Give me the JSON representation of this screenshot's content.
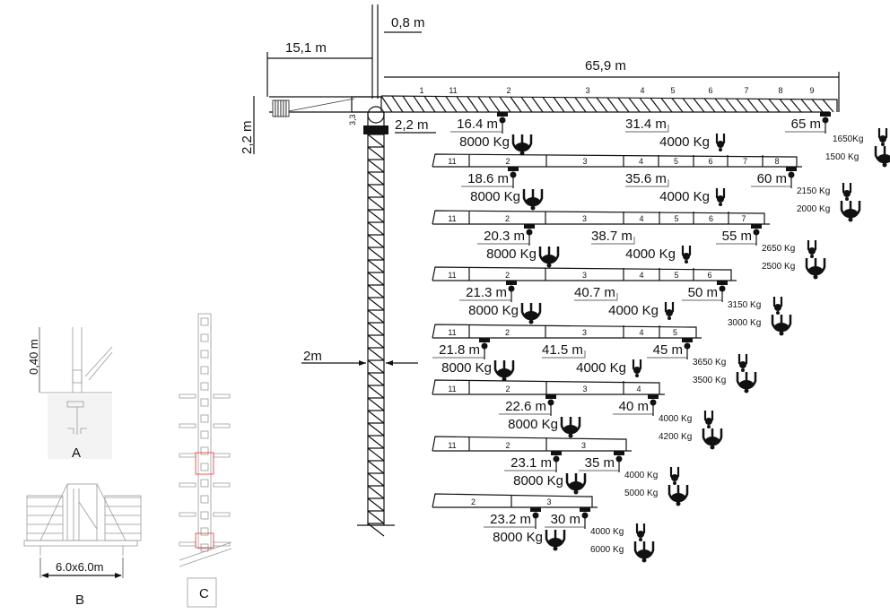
{
  "main_dimensions": {
    "counter_jib": "15,1 m",
    "mast_top_width": "0,8 m",
    "jib_length": "65,9 m",
    "height": "2,2 m",
    "cab_height": "3,3",
    "cab_offset": "2,2 m",
    "mast_width": "2m"
  },
  "jib_configs": [
    {
      "segments": [
        "1",
        "11",
        "2",
        "3",
        "4",
        "5",
        "6",
        "7",
        "8",
        "9"
      ],
      "trolley": {
        "dist": "16.4 m",
        "load": "8000 Kg"
      },
      "mid": {
        "dist": "31.4 m",
        "load": "4000 Kg"
      },
      "tip": {
        "dist": "65 m",
        "load_single": "1650Kg",
        "load_double": "1500 Kg"
      }
    },
    {
      "segments": [
        "11",
        "2",
        "3",
        "4",
        "5",
        "6",
        "7",
        "8"
      ],
      "trolley": {
        "dist": "18.6 m",
        "load": "8000 Kg"
      },
      "mid": {
        "dist": "35.6 m",
        "load": "4000 Kg"
      },
      "tip": {
        "dist": "60 m",
        "load_single": "2150 Kg",
        "load_double": "2000 Kg"
      }
    },
    {
      "segments": [
        "11",
        "2",
        "3",
        "4",
        "5",
        "6",
        "7"
      ],
      "trolley": {
        "dist": "20.3 m",
        "load": "8000 Kg"
      },
      "mid": {
        "dist": "38.7 m",
        "load": "4000 Kg"
      },
      "tip": {
        "dist": "55 m",
        "load_single": "2650 Kg",
        "load_double": "2500 Kg"
      }
    },
    {
      "segments": [
        "11",
        "2",
        "3",
        "4",
        "5",
        "6"
      ],
      "trolley": {
        "dist": "21.3 m",
        "load": "8000 Kg"
      },
      "mid": {
        "dist": "40.7 m",
        "load": "4000 Kg"
      },
      "tip": {
        "dist": "50 m",
        "load_single": "3150 Kg",
        "load_double": "3000 Kg"
      }
    },
    {
      "segments": [
        "11",
        "2",
        "3",
        "4",
        "5"
      ],
      "trolley": {
        "dist": "21.8 m",
        "load": "8000 Kg"
      },
      "mid": {
        "dist": "41.5 m",
        "load": "4000 Kg"
      },
      "tip": {
        "dist": "45 m",
        "load_single": "3650 Kg",
        "load_double": "3500 Kg"
      }
    },
    {
      "segments": [
        "11",
        "2",
        "3",
        "4"
      ],
      "trolley": {
        "dist": "22.6 m",
        "load": "8000 Kg"
      },
      "tip": {
        "dist": "40 m",
        "load_single": "4000 Kg",
        "load_double": "4200 Kg"
      }
    },
    {
      "segments": [
        "11",
        "2",
        "3"
      ],
      "trolley": {
        "dist": "23.1 m",
        "load": "8000 Kg"
      },
      "tip": {
        "dist": "35 m",
        "load_single": "4000 Kg",
        "load_double": "5000 Kg"
      }
    },
    {
      "segments": [
        "2",
        "3"
      ],
      "trolley": {
        "dist": "23.2 m",
        "load": "8000 Kg"
      },
      "tip": {
        "dist": "30 m",
        "load_single": "4000 Kg",
        "load_double": "6000 Kg"
      }
    }
  ],
  "details": {
    "A": {
      "label": "A",
      "dim": "0,40 m"
    },
    "B": {
      "label": "B",
      "dim": "6.0x6.0m"
    },
    "C": {
      "label": "C"
    }
  },
  "colors": {
    "line": "#111111",
    "highlight": "#e33333"
  }
}
